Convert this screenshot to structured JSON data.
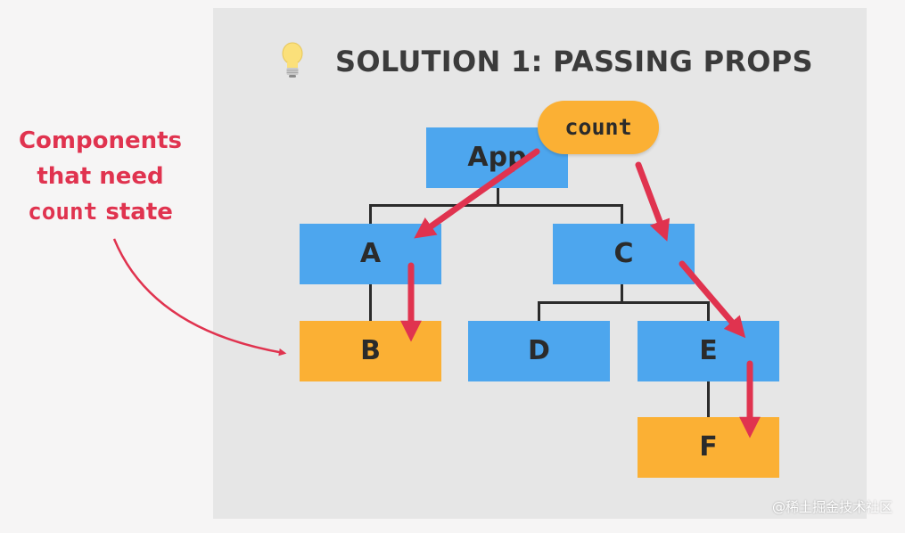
{
  "title": "SOLUTION 1: PASSING PROPS",
  "title_icon": "lightbulb-icon",
  "nodes": {
    "app": "App",
    "a": "A",
    "b": "B",
    "c": "C",
    "d": "D",
    "e": "E",
    "f": "F"
  },
  "state_pill": "count",
  "side_label": {
    "line1": "Components",
    "line2": "that need",
    "line3_mono": "count",
    "line3_rest": " state"
  },
  "watermark": "@稀土掘金技术社区",
  "colors": {
    "blue_node": "#4da6ee",
    "orange_node": "#fbb034",
    "arrow": "#e0334f",
    "tree_line": "#2b2b2b"
  }
}
